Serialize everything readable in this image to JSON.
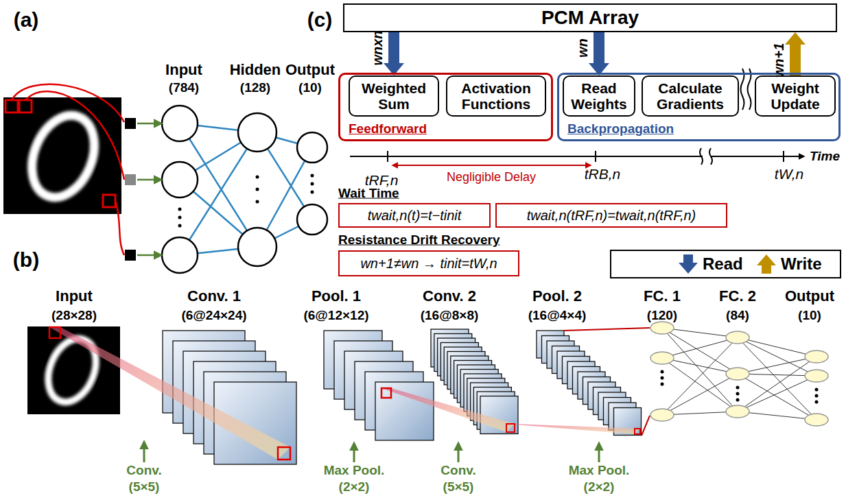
{
  "diagram": {
    "nodes": [
      {
        "text": [
          "PCM Array"
        ]
      },
      {
        "text": [
          "Feedforward"
        ]
      },
      {
        "text": [
          "Weighted Sum"
        ],
        "in": 1
      },
      {
        "text": [
          "Activation Functions"
        ],
        "in": 1
      },
      {
        "text": [
          "Backpropagation"
        ]
      },
      {
        "text": [
          "Read Weights"
        ],
        "in": 4
      },
      {
        "text": [
          "Calculate Gradients"
        ],
        "in": 4
      },
      {
        "text": [
          "Weight Update"
        ],
        "in": 4
      },
      {
        "text": [
          "twait,n(t)=t−tinit"
        ]
      },
      {
        "text": [
          "twait,n(tRF,n)=twait,n(tRF,n)"
        ]
      },
      {
        "text": [
          "wn+1≠wn → tinit=tW,n"
        ]
      }
    ],
    "edges": [
      {
        "from": 0,
        "to": 2,
        "label": "wnxn",
        "arrow": "to"
      },
      {
        "from": 0,
        "to": 5,
        "label": "wn",
        "arrow": "to"
      },
      {
        "from": 7,
        "to": 0,
        "label": "wn+1",
        "arrow": "to"
      }
    ],
    "labels": [
      "(a)",
      "Input",
      "(784)",
      "Hidden",
      "(128)",
      "Output",
      "(10)",
      "(b)",
      "Input",
      "(28×28)",
      "Conv. 1",
      "(6@24×24)",
      "Pool. 1",
      "(6@12×12)",
      "Conv. 2",
      "(16@8×8)",
      "Pool. 2",
      "(16@4×4)",
      "FC. 1",
      "(120)",
      "FC. 2",
      "(84)",
      "Output",
      "(10)",
      "Conv.",
      "(5×5)",
      "Max Pool.",
      "(2×2)",
      "Conv.",
      "(5×5)",
      "Max Pool.",
      "(2×2)",
      "(c)",
      "tRF,n",
      "Negligible Delay",
      "tRB,n",
      "tW,n",
      "Time",
      "Wait Time",
      "Resistance Drift Recovery"
    ],
    "legend": [
      {
        "text": "Read"
      },
      {
        "text": "Write"
      }
    ]
  }
}
